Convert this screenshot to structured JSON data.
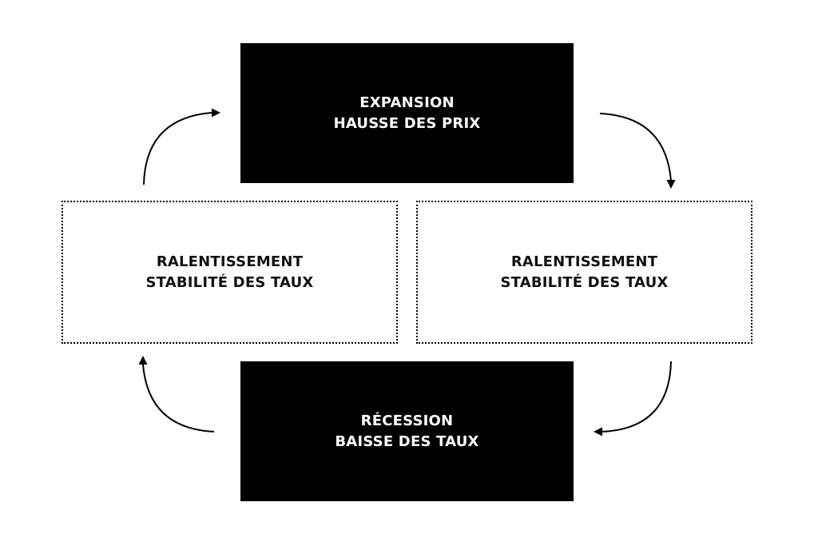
{
  "diagram": {
    "top_box": {
      "line1": "EXPANSION",
      "line2": "HAUSSE DES PRIX"
    },
    "left_box": {
      "line1": "RALENTISSEMENT",
      "line2": "STABILITÉ DES TAUX"
    },
    "right_box": {
      "line1": "RALENTISSEMENT",
      "line2": "STABILITÉ DES TAUX"
    },
    "bottom_box": {
      "line1": "RÉCESSION",
      "line2": "BAISSE DES TAUX"
    },
    "colors": {
      "dark_box": "#000000",
      "dark_text": "#ffffff",
      "light_text": "#111111",
      "arrow": "#000000"
    }
  }
}
